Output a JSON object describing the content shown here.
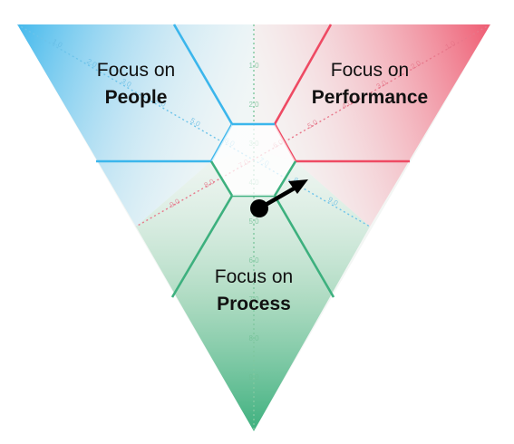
{
  "colors": {
    "people": "#3bb6ec",
    "performance": "#ee4a63",
    "process": "#3db07e",
    "arrow": "#000000"
  },
  "zones": {
    "people": {
      "line1": "Focus on",
      "line2": "People",
      "color": "#3bb6ec"
    },
    "performance": {
      "line1": "Focus on",
      "line2": "Performance",
      "color": "#ee4a63"
    },
    "process": {
      "line1": "Focus on",
      "line2": "Process",
      "color": "#3db07e"
    }
  },
  "scale_ticks": [
    "1.0",
    "2.0",
    "3.0",
    "4.0",
    "5.0",
    "6.0",
    "7.0",
    "8.0",
    "9.0"
  ]
}
